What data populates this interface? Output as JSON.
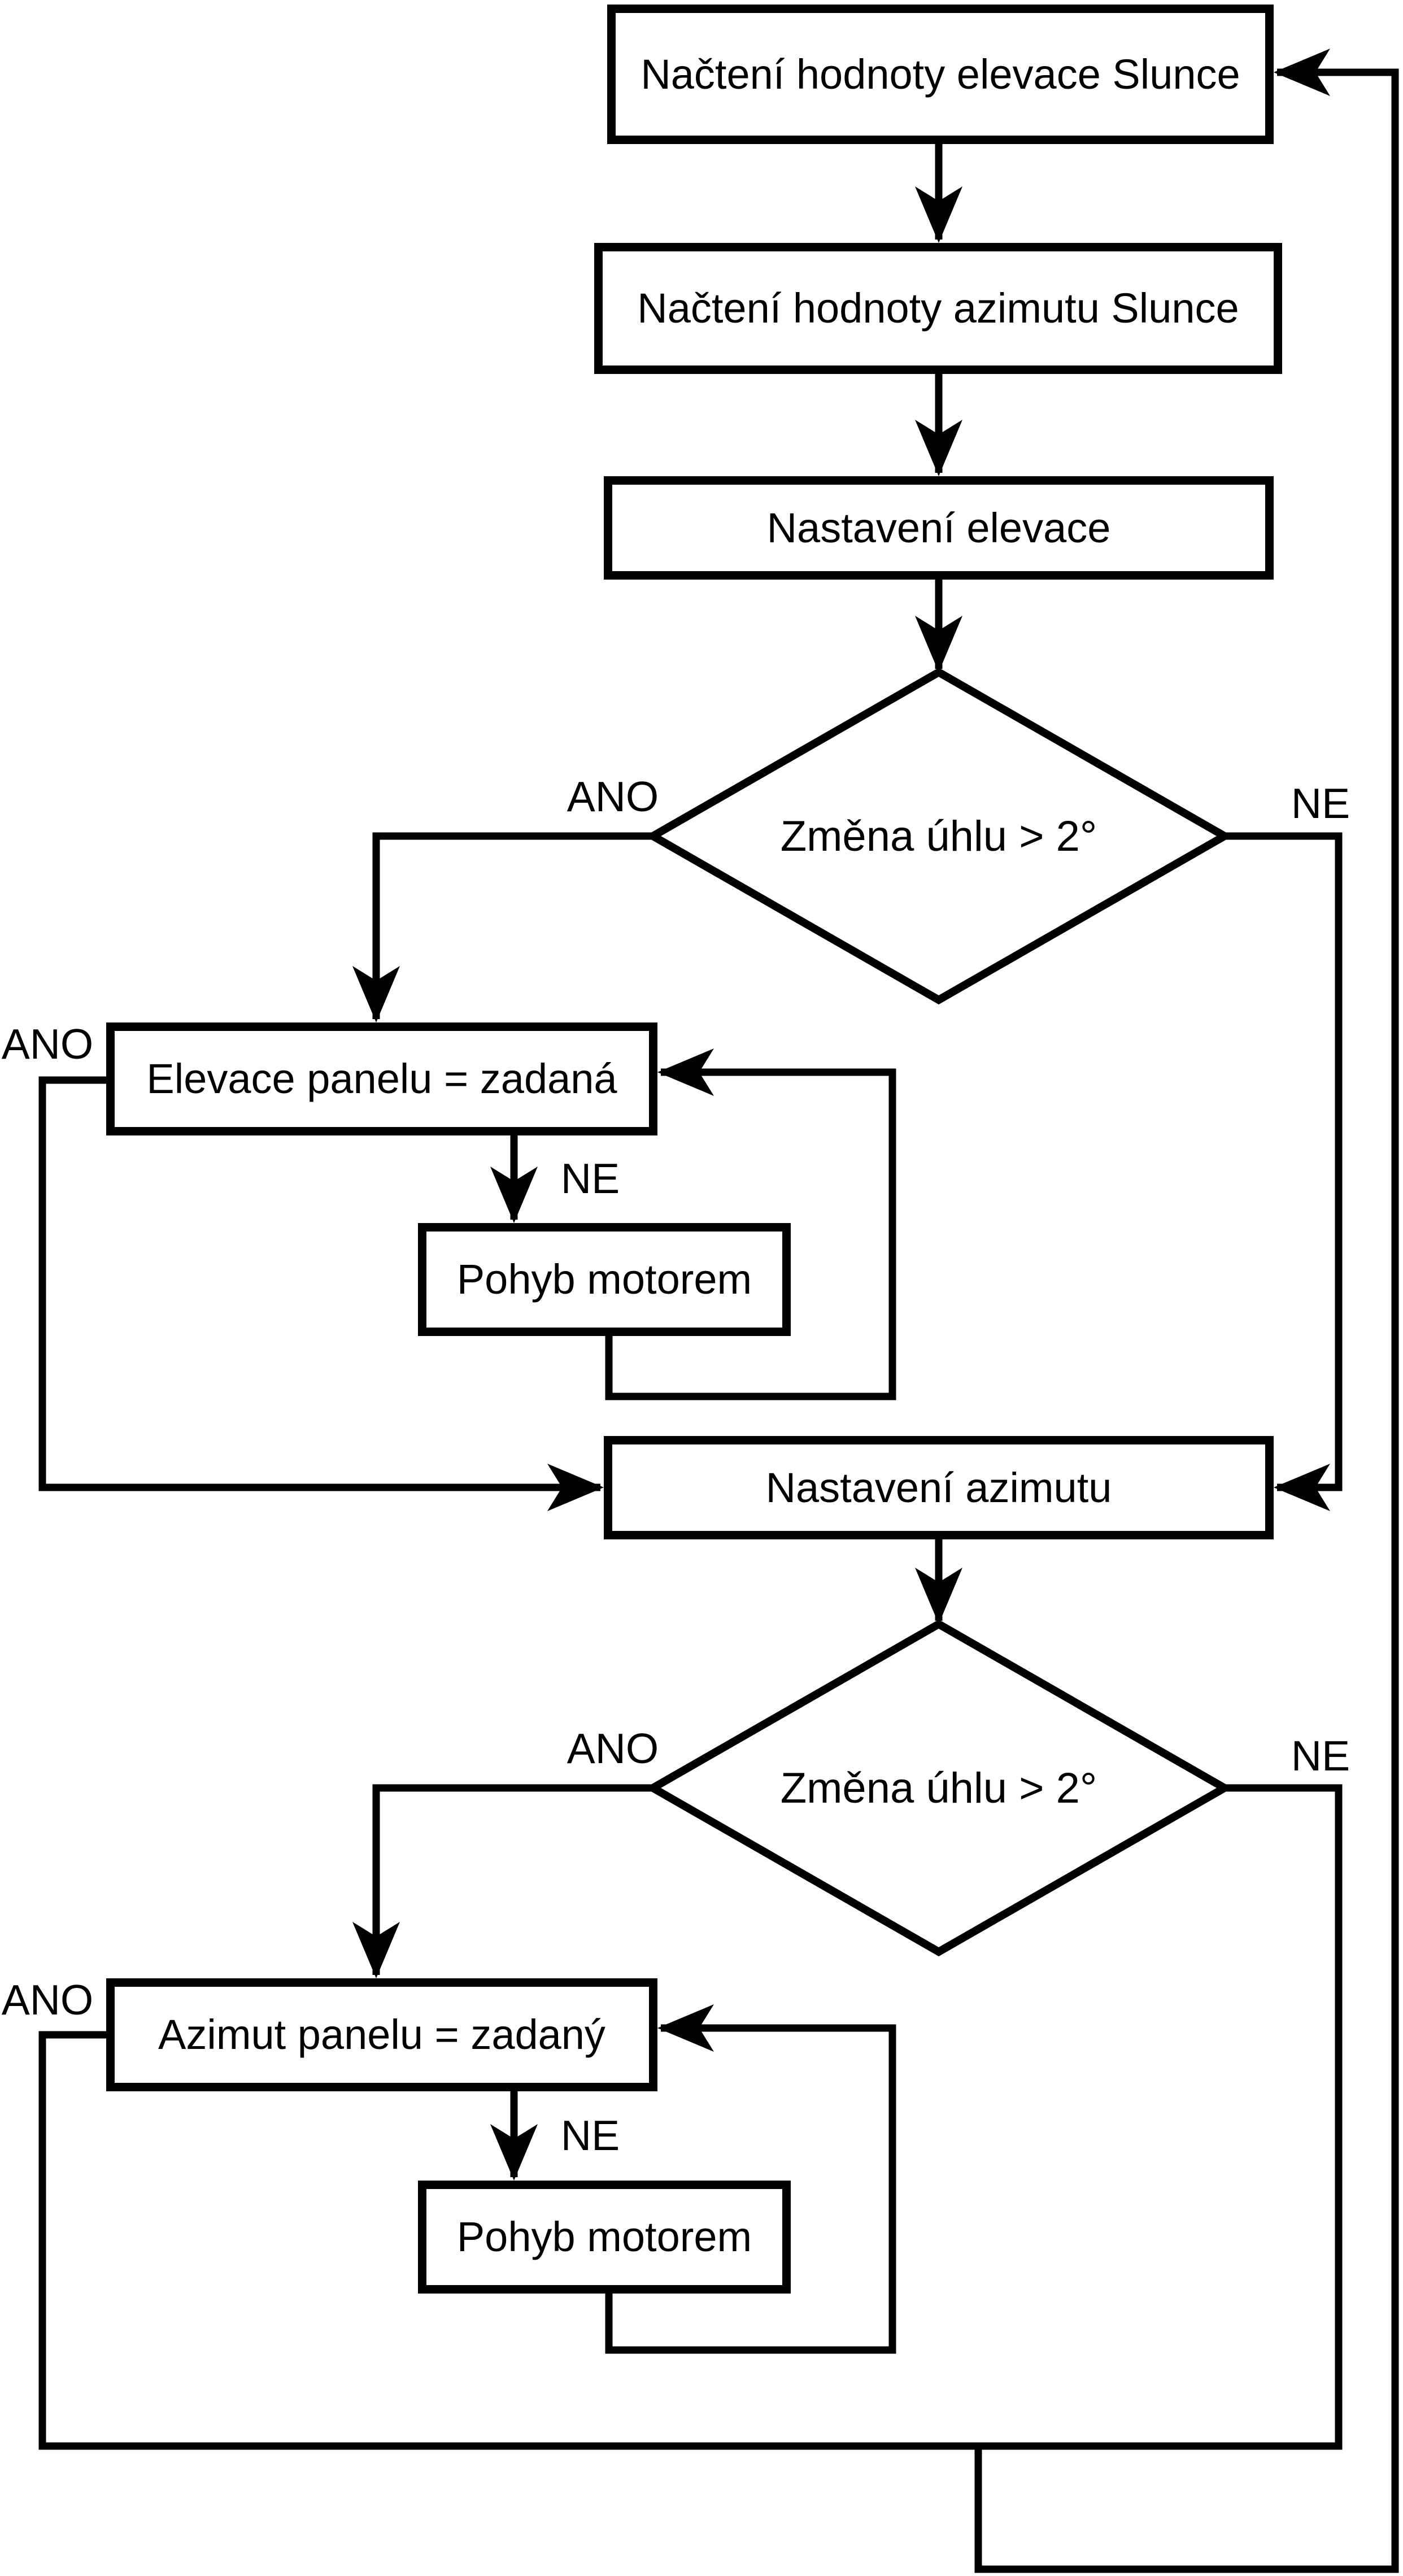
{
  "diagram": {
    "colors": {
      "line": "#000000",
      "background": "#ffffff"
    },
    "nodes": {
      "read_elevation": {
        "label": "Načtení hodnoty elevace Slunce"
      },
      "read_azimuth": {
        "label": "Načtení hodnoty azimutu Slunce"
      },
      "set_elevation": {
        "label": "Nastavení elevace"
      },
      "decision_elevation": {
        "label": "Změna úhlu > 2°"
      },
      "elevation_equal": {
        "label": "Elevace panelu = zadaná"
      },
      "motor_elevation": {
        "label": "Pohyb motorem"
      },
      "set_azimuth": {
        "label": "Nastavení azimutu"
      },
      "decision_azimuth": {
        "label": "Změna úhlu > 2°"
      },
      "azimuth_equal": {
        "label": "Azimut panelu = zadaný"
      },
      "motor_azimuth": {
        "label": "Pohyb motorem"
      }
    },
    "edge_labels": {
      "decision_elevation_yes": "ANO",
      "decision_elevation_no": "NE",
      "elevation_equal_yes": "ANO",
      "elevation_equal_no": "NE",
      "decision_azimuth_yes": "ANO",
      "decision_azimuth_no": "NE",
      "azimuth_equal_yes": "ANO",
      "azimuth_equal_no": "NE"
    }
  }
}
